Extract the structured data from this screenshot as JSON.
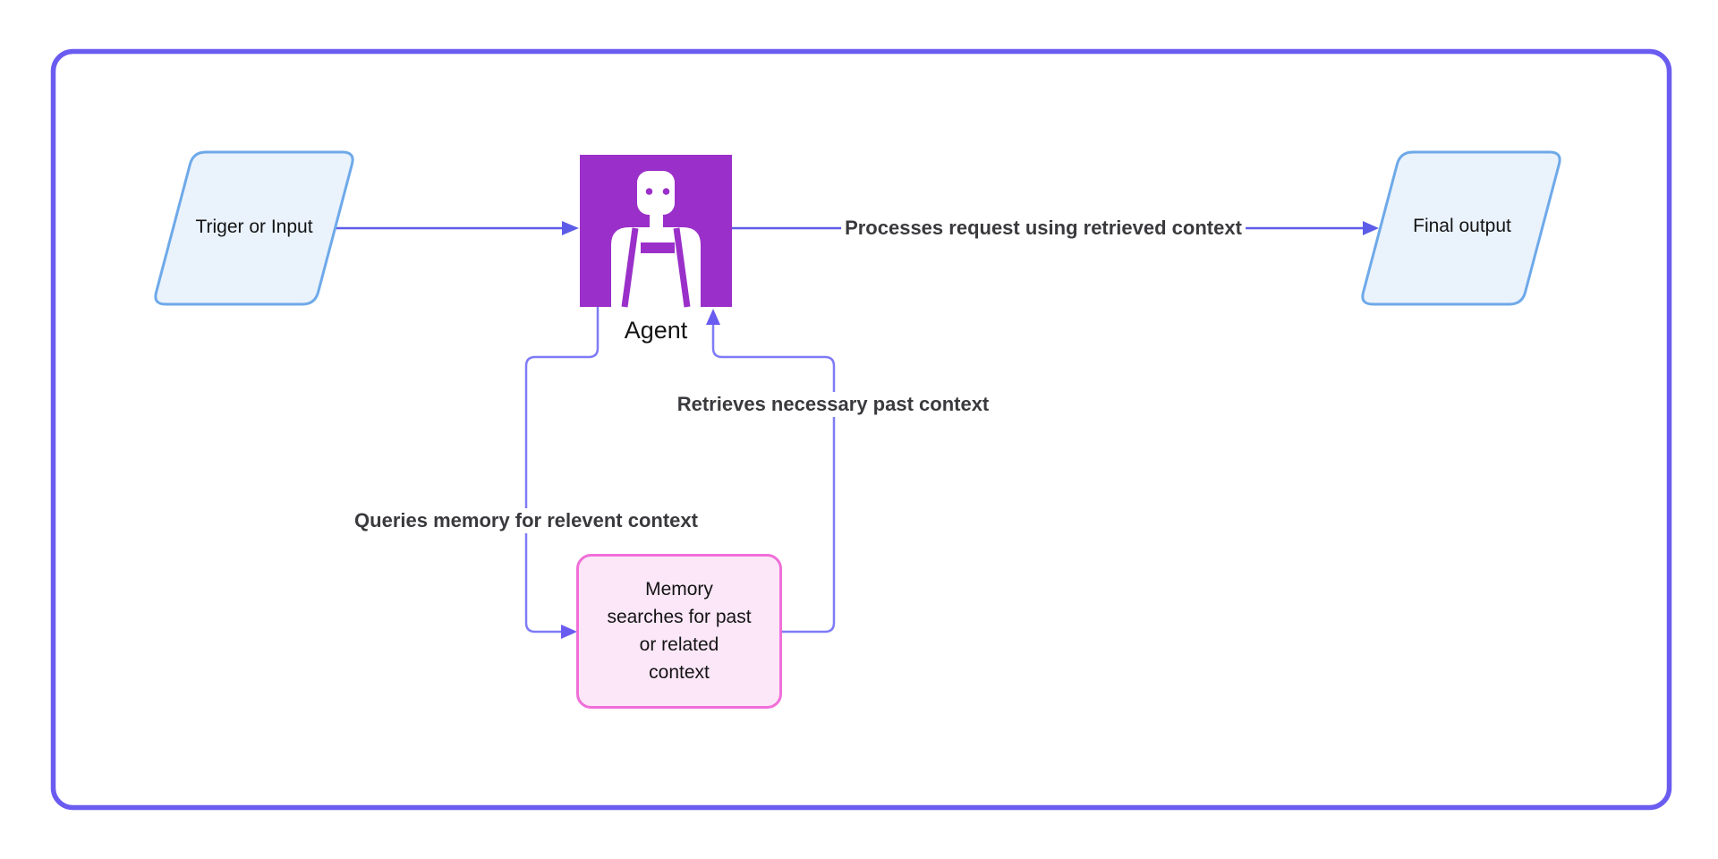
{
  "diagram": {
    "border_color": "#6A5CF0",
    "nodes": {
      "trigger": {
        "label": "Triger or Input",
        "fill": "#EAF2FC",
        "stroke": "#6EA9E9"
      },
      "agent": {
        "label": "Agent",
        "fill": "#9A30C9",
        "icon": "robot-icon",
        "icon_fg": "#FFFFFF"
      },
      "final": {
        "label": "Final output",
        "fill": "#EAF2FC",
        "stroke": "#6EA9E9"
      },
      "memory": {
        "label": "Memory\nsearches for past\nor related\ncontext",
        "fill": "#FBE7F8",
        "stroke": "#F06FD8"
      }
    },
    "edges": {
      "trigger_to_agent": {
        "label": "",
        "color": "#5C5CE8"
      },
      "agent_to_final": {
        "label": "Processes request using retrieved context",
        "color": "#5C5CE8"
      },
      "agent_to_memory": {
        "label": "Queries memory for relevent context",
        "color": "#7E7BF6",
        "arrow": "#6A5CF0"
      },
      "memory_to_agent": {
        "label": "Retrieves necessary past context",
        "color": "#7E7BF6",
        "arrow": "#6A5CF0"
      }
    },
    "edge_label_color": "#3A3A3E",
    "node_label_color": "#141414"
  }
}
